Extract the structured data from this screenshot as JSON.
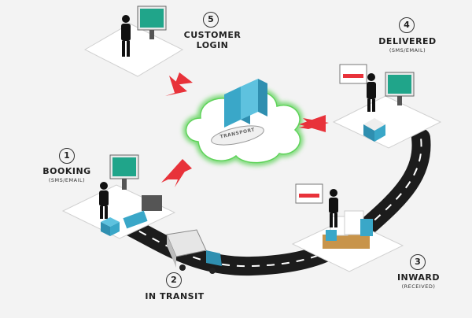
{
  "steps": [
    {
      "number": "1",
      "label": "BOOKING",
      "sub": "(SMS/EMAIL)"
    },
    {
      "number": "2",
      "label": "IN TRANSIT",
      "sub": ""
    },
    {
      "number": "3",
      "label": "INWARD",
      "sub": "(RECEIVED)"
    },
    {
      "number": "4",
      "label": "DELIVERED",
      "sub": "(SMS/EMAIL)"
    },
    {
      "number": "5",
      "label": "CUSTOMER",
      "label2": "LOGIN",
      "sub": ""
    }
  ],
  "cloud": {
    "label": "TRANSPORT"
  },
  "colors": {
    "arrow": "#e8323a",
    "cloud_glow": "#5fd35a",
    "road": "#1c1c1c",
    "screen": "#20a58a",
    "box": "#3aa7c8"
  }
}
